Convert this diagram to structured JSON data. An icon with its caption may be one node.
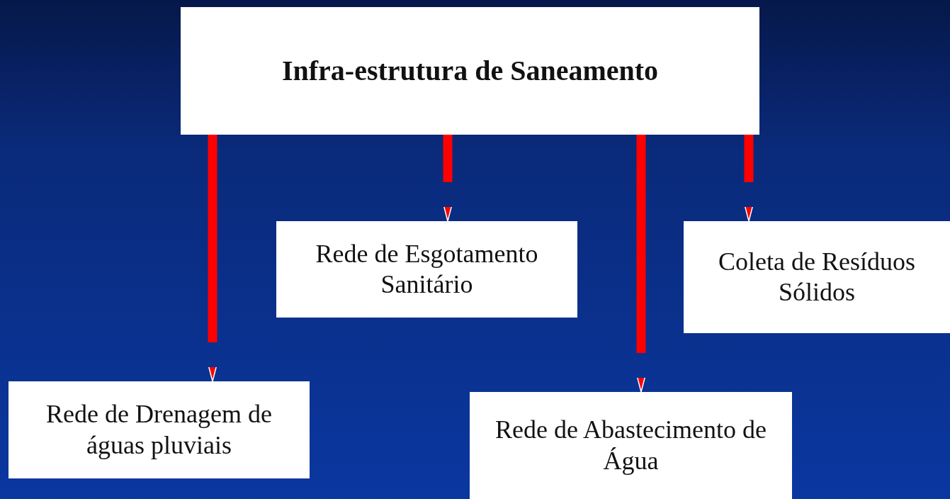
{
  "diagram": {
    "nodes": [
      {
        "text": [
          "Infra-estrutura de Saneamento"
        ]
      },
      {
        "text": [
          "Rede de Esgotamento Sanitário"
        ]
      },
      {
        "text": [
          "Coleta de Resíduos Sólidos"
        ]
      },
      {
        "text": [
          "Rede de Drenagem de águas pluviais"
        ]
      },
      {
        "text": [
          "Rede de Abastecimento de Água"
        ]
      }
    ],
    "edges": [
      {
        "from": 0,
        "to": 3,
        "arrow": "to"
      },
      {
        "from": 0,
        "to": 1,
        "arrow": "to"
      },
      {
        "from": 0,
        "to": 4,
        "arrow": "to"
      },
      {
        "from": 0,
        "to": 2,
        "arrow": "to"
      }
    ]
  }
}
